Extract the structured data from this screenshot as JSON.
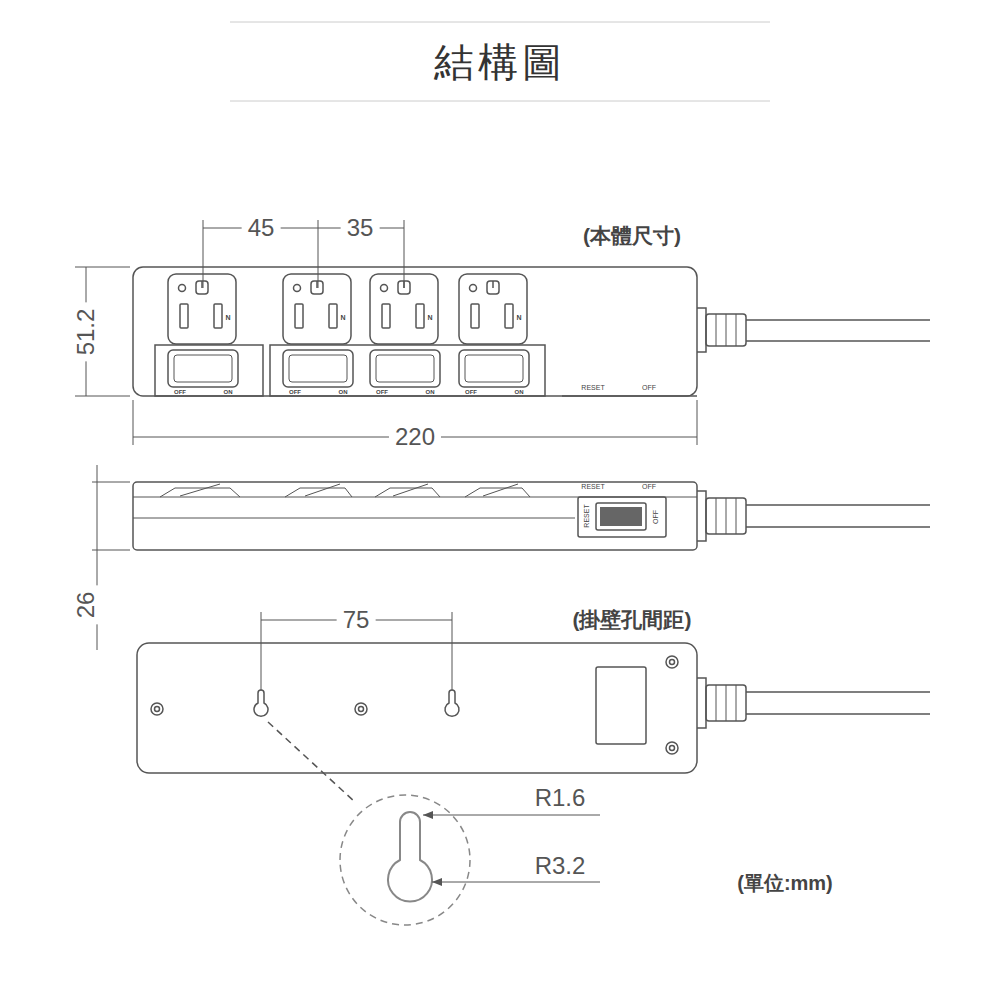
{
  "diagram": {
    "title": "結構圖",
    "labels": [
      "45",
      "35",
      "(本體尺寸)",
      "51.2",
      "N",
      "N",
      "N",
      "N",
      "OFF",
      "ON",
      "OFF",
      "ON",
      "OFF",
      "ON",
      "OFF",
      "ON",
      "RESET",
      "OFF",
      "220",
      "RESET",
      "OFF",
      "RESET",
      "OFF",
      "26",
      "75",
      "(掛壁孔間距)",
      "R1.6",
      "R3.2",
      "(單位:mm)"
    ]
  }
}
